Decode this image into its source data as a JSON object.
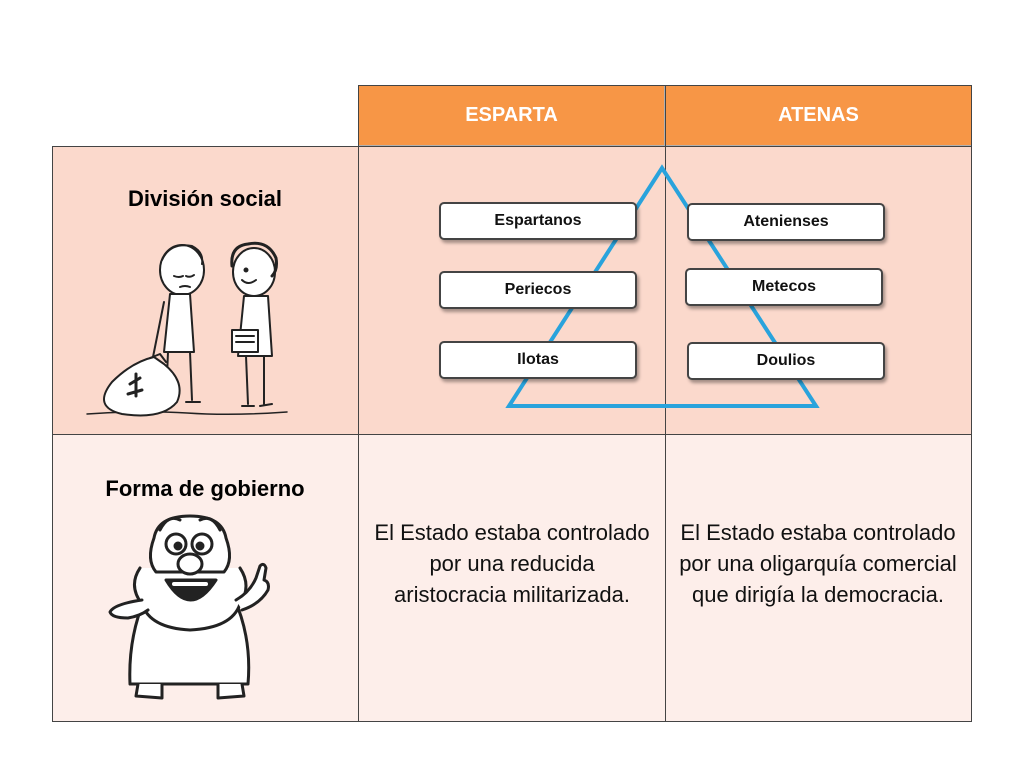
{
  "table": {
    "headers": [
      "ESPARTA",
      "ATENAS"
    ],
    "rows": {
      "social": {
        "label": "División social",
        "esparta": [
          "Espartanos",
          "Periecos",
          "Ilotas"
        ],
        "atenas": [
          "Atenienses",
          "Metecos",
          "Doulios"
        ]
      },
      "gobierno": {
        "label": "Forma de gobierno",
        "esparta": "El Estado estaba controlado por una reducida aristocracia militarizada.",
        "atenas": "El Estado estaba controlado por una oligarquía comercial que dirigía la democracia."
      }
    }
  },
  "colors": {
    "header": "#f79646",
    "row_social": "#fbd9cc",
    "row_gobierno": "#fdeeea",
    "triangle": "#29a3dc"
  },
  "icons": [
    "money-bag-boys-illustration-icon",
    "philosopher-cartoon-icon"
  ]
}
